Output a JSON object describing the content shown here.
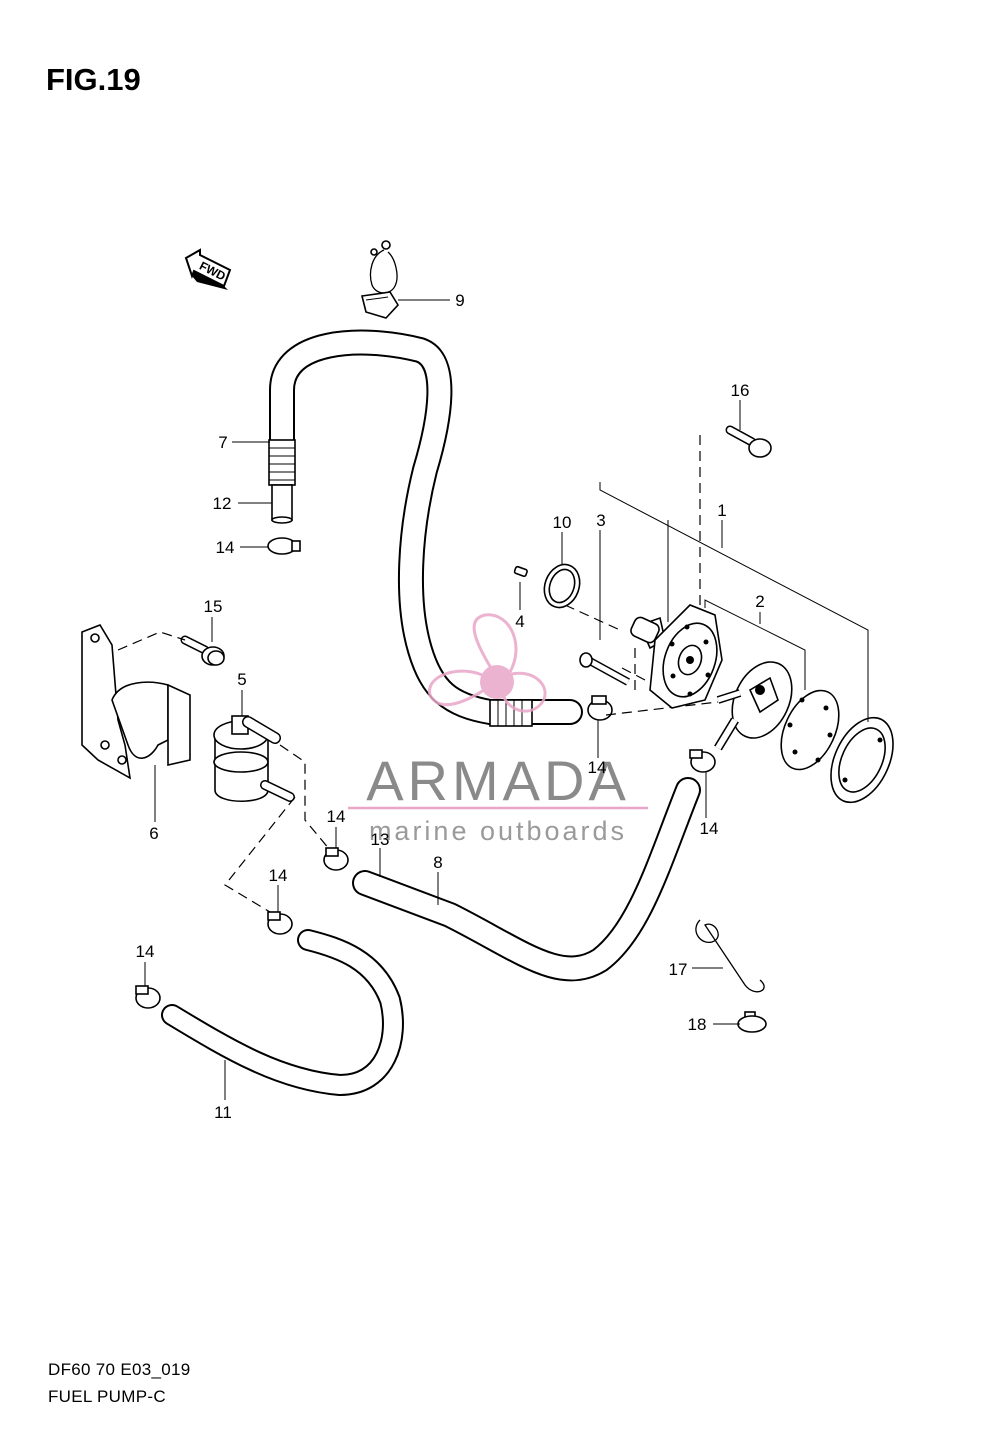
{
  "figure": {
    "title": "FIG.19"
  },
  "footer": {
    "code": "DF60 70 E03_019",
    "name": "FUEL PUMP-C"
  },
  "direction_tag": "FWD",
  "watermark": {
    "brand": "ARMADA",
    "tagline": "marine outboards",
    "accent_color": "#e8a6c8",
    "text_color": "#8a8a8a"
  },
  "callouts": {
    "c1": "1",
    "c2": "2",
    "c3": "3",
    "c4": "4",
    "c5": "5",
    "c6": "6",
    "c7": "7",
    "c8": "8",
    "c9": "9",
    "c10": "10",
    "c11": "11",
    "c12": "12",
    "c13": "13",
    "c14a": "14",
    "c14b": "14",
    "c14c": "14",
    "c14d": "14",
    "c14e": "14",
    "c14f": "14",
    "c15": "15",
    "c16": "16",
    "c17": "17",
    "c18": "18"
  }
}
